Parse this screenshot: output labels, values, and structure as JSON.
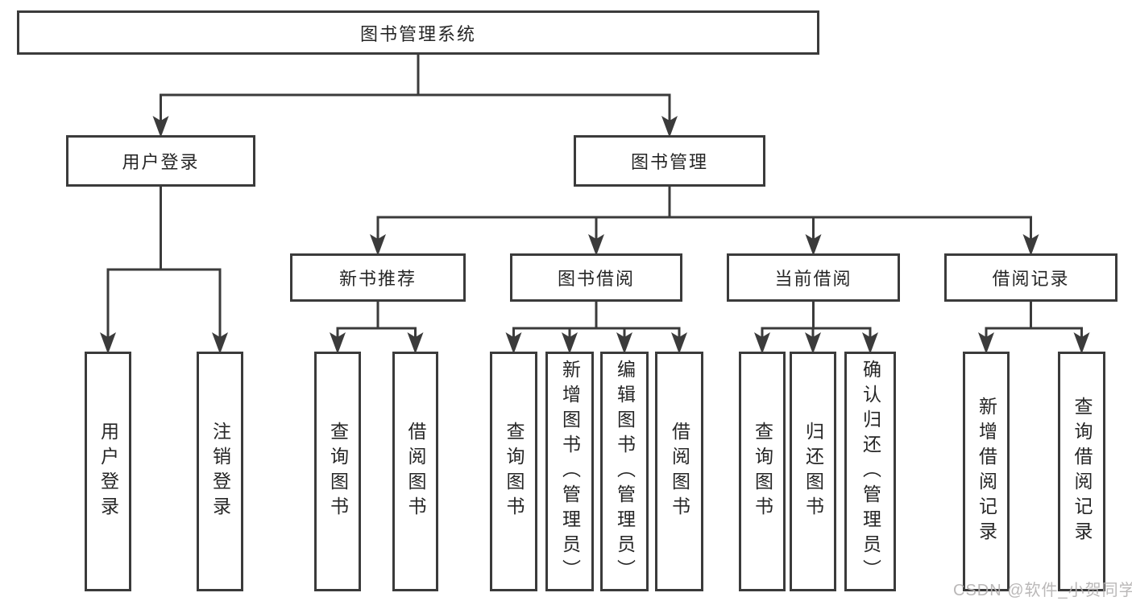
{
  "diagram": {
    "type": "hierarchy-tree",
    "title": "图书管理系统",
    "nodes": [
      {
        "id": "root",
        "label": "图书管理系统",
        "parent": null
      },
      {
        "id": "user-login",
        "label": "用户登录",
        "parent": "root"
      },
      {
        "id": "book-mgmt",
        "label": "图书管理",
        "parent": "root"
      },
      {
        "id": "new-book-rec",
        "label": "新书推荐",
        "parent": "book-mgmt"
      },
      {
        "id": "book-borrow",
        "label": "图书借阅",
        "parent": "book-mgmt"
      },
      {
        "id": "current-borrow",
        "label": "当前借阅",
        "parent": "book-mgmt"
      },
      {
        "id": "borrow-records",
        "label": "借阅记录",
        "parent": "book-mgmt"
      },
      {
        "id": "ul-login",
        "label": "用户登录",
        "parent": "user-login"
      },
      {
        "id": "ul-logout",
        "label": "注销登录",
        "parent": "user-login"
      },
      {
        "id": "nb-query",
        "label": "查询图书",
        "parent": "new-book-rec"
      },
      {
        "id": "nb-borrow",
        "label": "借阅图书",
        "parent": "new-book-rec"
      },
      {
        "id": "bb-query",
        "label": "查询图书",
        "parent": "book-borrow"
      },
      {
        "id": "bb-add",
        "label": "新增图书（管理员）",
        "parent": "book-borrow"
      },
      {
        "id": "bb-edit",
        "label": "编辑图书（管理员）",
        "parent": "book-borrow"
      },
      {
        "id": "bb-borrow",
        "label": "借阅图书",
        "parent": "book-borrow"
      },
      {
        "id": "cb-query",
        "label": "查询图书",
        "parent": "current-borrow"
      },
      {
        "id": "cb-return",
        "label": "归还图书",
        "parent": "current-borrow"
      },
      {
        "id": "cb-confirm",
        "label": "确认归还（管理员）",
        "parent": "current-borrow"
      },
      {
        "id": "br-add",
        "label": "新增借阅记录",
        "parent": "borrow-records"
      },
      {
        "id": "br-query",
        "label": "查询借阅记录",
        "parent": "borrow-records"
      }
    ]
  },
  "watermark": {
    "text": "CSDN @软件_小贺同学"
  },
  "colors": {
    "line": "#3b3b3b",
    "text": "#262626",
    "background": "#ffffff",
    "watermark": "#b5b2b2"
  }
}
